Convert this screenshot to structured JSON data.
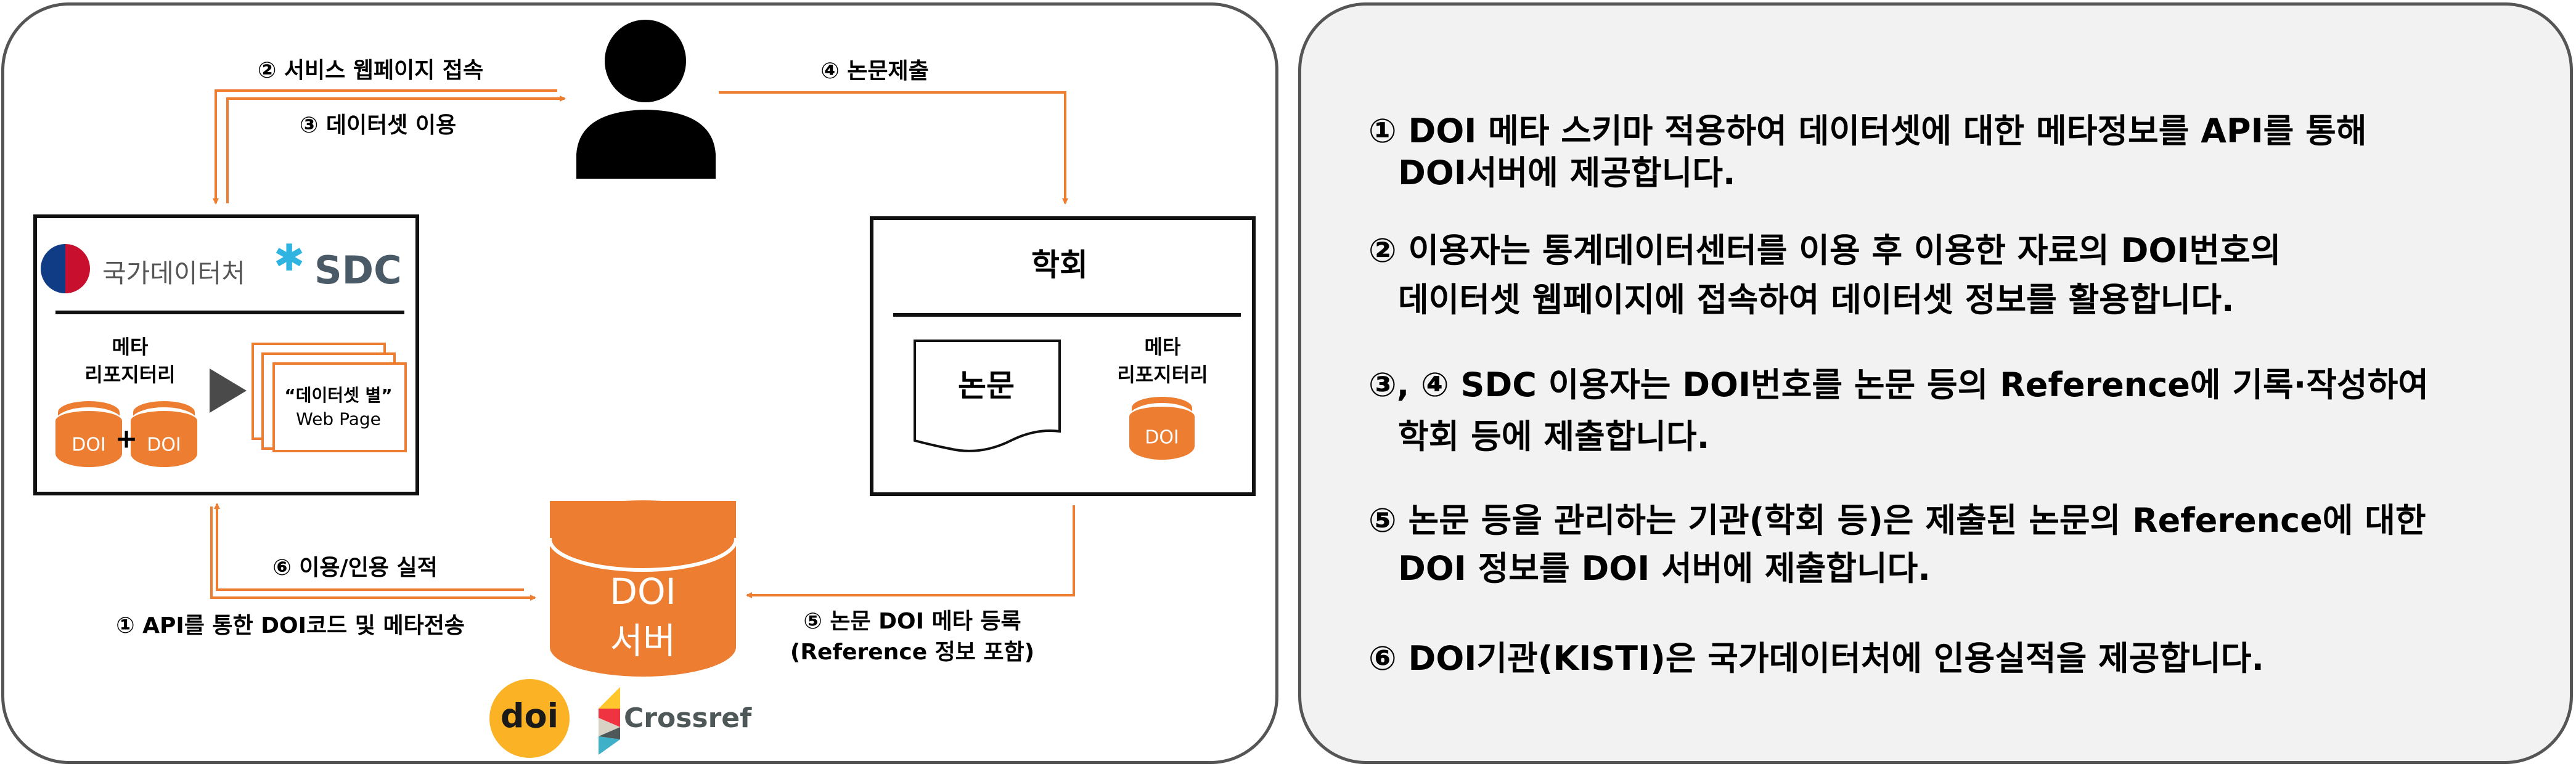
{
  "colors": {
    "accent_orange": "#ED7D31",
    "panel_right_bg": "#F2F2F2",
    "arrow_gray": "#4A4A4A",
    "doi_logo_yellow": "#FBB225"
  },
  "diagram": {
    "flows": {
      "step2": "② 서비스 웹페이지 접속",
      "step3": "③ 데이터셋 이용",
      "step4": "④ 논문제출",
      "step6": "⑥ 이용/인용 실적",
      "step1": "① API를 통한 DOI코드 및 메타전송",
      "step5_line1": "⑤ 논문 DOI 메타 등록",
      "step5_line2": "(Reference 정보 포함)"
    },
    "sdc_box": {
      "org_name": "국가데이터처",
      "logo_text": "SDC",
      "repo_label_1": "메타",
      "repo_label_2": "리포지터리",
      "db_label_a": "DOI",
      "db_label_b": "DOI",
      "plus": "+",
      "webpage_line1": "“데이터셋 별”",
      "webpage_line2": "Web Page"
    },
    "society_box": {
      "title": "학회",
      "paper_label": "논문",
      "repo_label_1": "메타",
      "repo_label_2": "리포지터리",
      "db_label": "DOI"
    },
    "doi_server": {
      "line1": "DOI",
      "line2": "서버"
    },
    "logos": {
      "doi": "doi",
      "crossref": "Crossref"
    }
  },
  "description": [
    {
      "line1": "① DOI 메타 스키마 적용하여 데이터셋에 대한 메타정보를 API를 통해",
      "line2": "DOI서버에 제공합니다."
    },
    {
      "line1": "② 이용자는 통계데이터센터를 이용 후 이용한 자료의 DOI번호의",
      "line2": "데이터셋 웹페이지에 접속하여 데이터셋 정보를 활용합니다."
    },
    {
      "line1": "③, ④ SDC 이용자는 DOI번호를 논문 등의 Reference에 기록·작성하여",
      "line2": "학회 등에 제출합니다."
    },
    {
      "line1": "⑤ 논문 등을 관리하는 기관(학회 등)은 제출된 논문의 Reference에 대한",
      "line2": "DOI 정보를 DOI 서버에 제출합니다."
    },
    {
      "line1": "⑥ DOI기관(KISTI)은 국가데이터처에 인용실적을 제공합니다."
    }
  ]
}
